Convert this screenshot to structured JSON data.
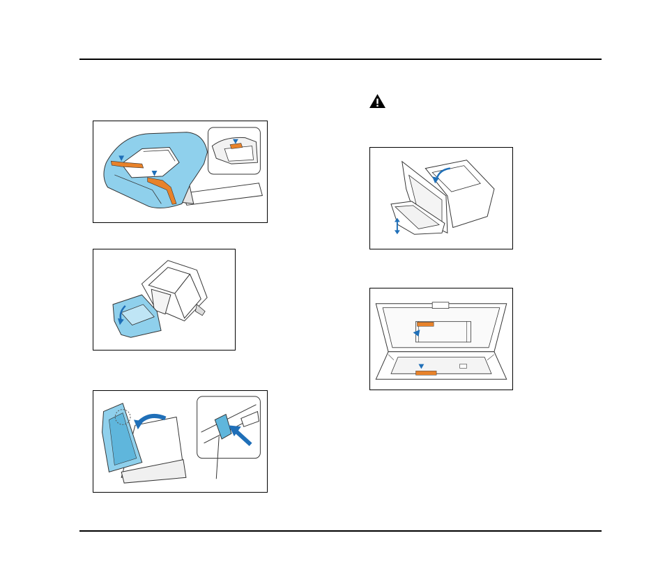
{
  "page": {
    "warning_icon": "warning-triangle-icon",
    "colors": {
      "highlight_blue": "#8fd0ec",
      "tape_orange": "#e8822a",
      "arrow_blue": "#1f6fb8",
      "line": "#333333"
    }
  },
  "figures": [
    {
      "name": "remove-packing-tape-figure",
      "icon": "scanner-tape-removal-illustration"
    },
    {
      "name": "open-eject-tray-figure",
      "icon": "scanner-eject-tray-illustration"
    },
    {
      "name": "open-feed-unit-figure",
      "icon": "scanner-open-lever-illustration"
    },
    {
      "name": "feed-tray-angle-figure",
      "icon": "scanner-feed-tray-illustration"
    },
    {
      "name": "remove-inner-tape-figure",
      "icon": "scanner-inside-tape-illustration"
    }
  ]
}
